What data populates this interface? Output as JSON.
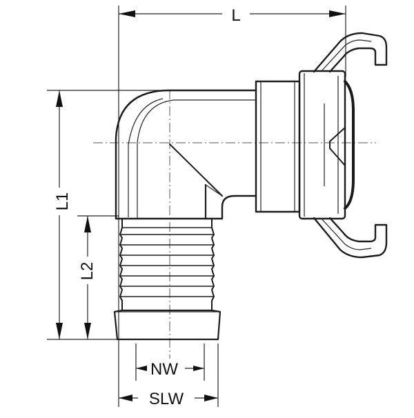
{
  "diagram": {
    "dimensions": {
      "L": "L",
      "L1": "L1",
      "L2": "L2",
      "NW": "NW",
      "SLW": "SLW"
    },
    "colors": {
      "line": "#1a1a1a",
      "background": "#ffffff"
    }
  }
}
